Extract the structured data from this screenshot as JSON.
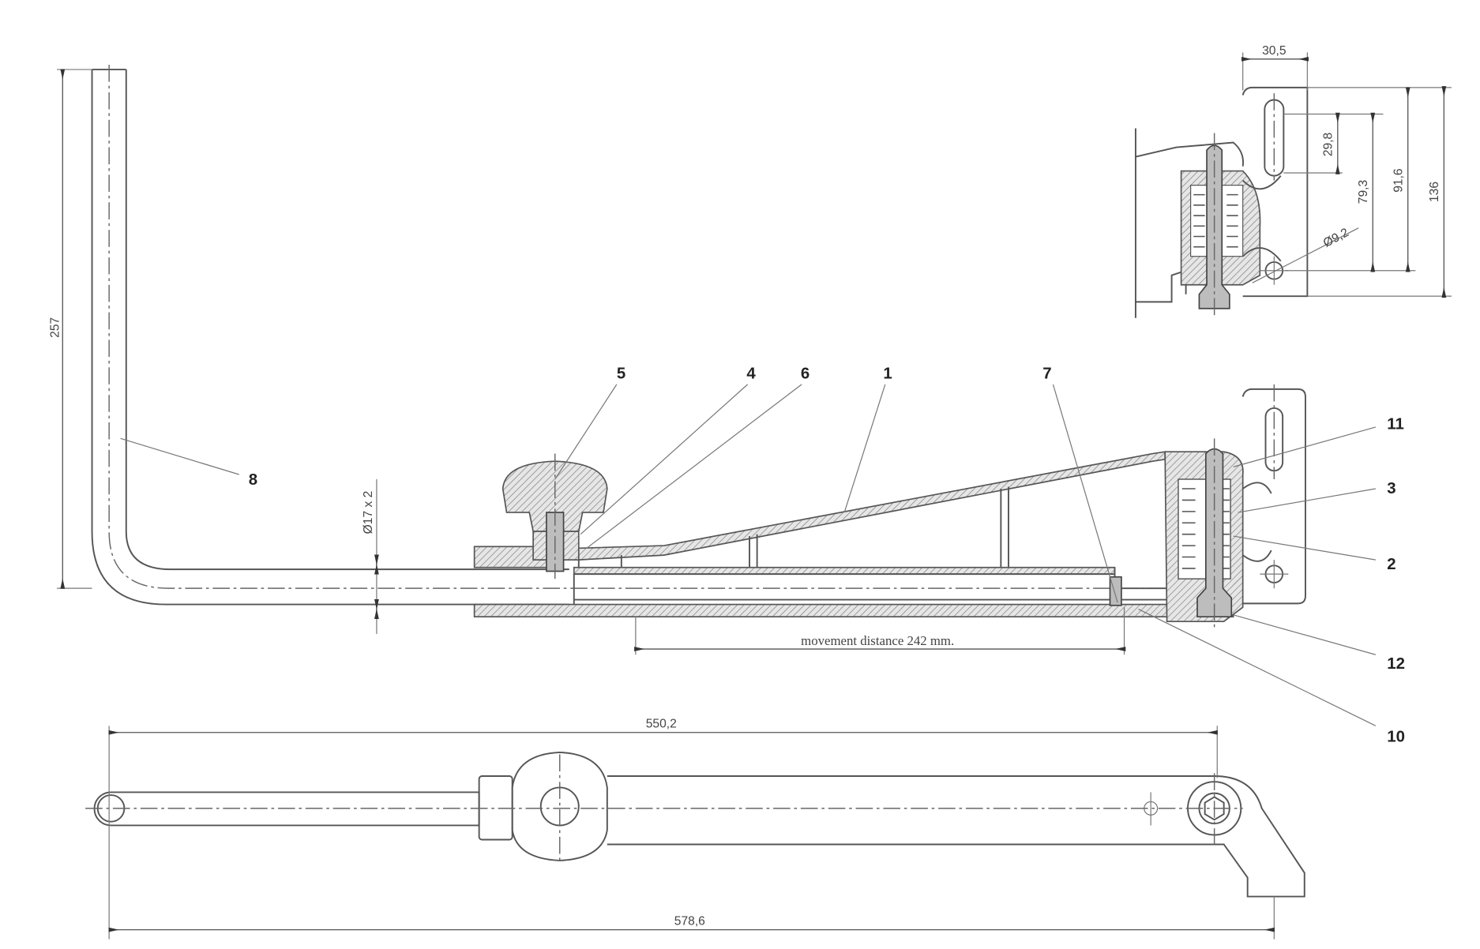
{
  "drawing": {
    "part_labels": {
      "p1": "1",
      "p2": "2",
      "p3": "3",
      "p4": "4",
      "p5": "5",
      "p6": "6",
      "p7": "7",
      "p8": "8",
      "p10": "10",
      "p11": "11",
      "p12": "12"
    },
    "dimensions": {
      "rod_height": "257",
      "rod_diameter": "Ø17 x 2",
      "movement": "movement distance 242 mm.",
      "length_550": "550,2",
      "length_578": "578,6",
      "plate_width": "30,5",
      "slot_length": "29,8",
      "hole_spacing": "79,3",
      "height_91": "91,6",
      "plate_height": "136",
      "hole_diameter": "Ø9,2"
    }
  }
}
